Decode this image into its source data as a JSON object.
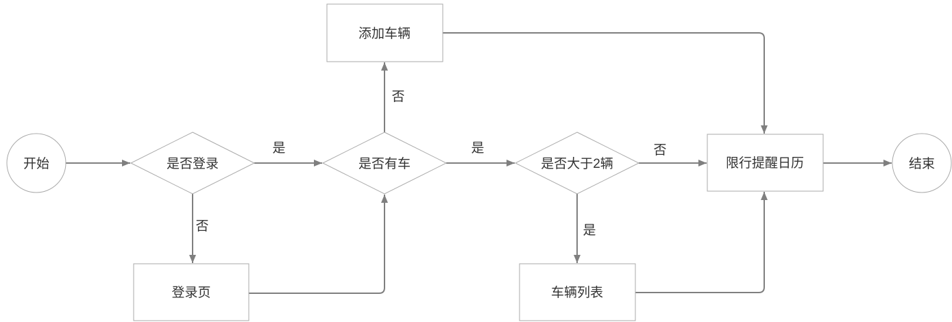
{
  "diagram": {
    "type": "flowchart",
    "language": "zh-CN",
    "colors": {
      "background": "#ffffff",
      "edge": "#7f7f7f",
      "shape_border": "#a9a9a9",
      "text": "#333333"
    },
    "nodes": [
      {
        "id": "start",
        "shape": "circle",
        "label": "开始"
      },
      {
        "id": "is-logged-in",
        "shape": "diamond",
        "label": "是否登录"
      },
      {
        "id": "login-page",
        "shape": "rectangle",
        "label": "登录页"
      },
      {
        "id": "has-vehicle",
        "shape": "diamond",
        "label": "是否有车"
      },
      {
        "id": "add-vehicle",
        "shape": "rectangle",
        "label": "添加车辆"
      },
      {
        "id": "more-than-2-vehicles",
        "shape": "diamond",
        "label": "是否大于2辆"
      },
      {
        "id": "vehicle-list",
        "shape": "rectangle",
        "label": "车辆列表"
      },
      {
        "id": "restriction-reminder-calendar",
        "shape": "rectangle",
        "label": "限行提醒日历"
      },
      {
        "id": "end",
        "shape": "circle",
        "label": "结束"
      }
    ],
    "edges": [
      {
        "from": "start",
        "to": "is-logged-in",
        "label": ""
      },
      {
        "from": "is-logged-in",
        "to": "has-vehicle",
        "label": "是"
      },
      {
        "from": "is-logged-in",
        "to": "login-page",
        "label": "否"
      },
      {
        "from": "login-page",
        "to": "has-vehicle",
        "label": ""
      },
      {
        "from": "has-vehicle",
        "to": "add-vehicle",
        "label": "否"
      },
      {
        "from": "has-vehicle",
        "to": "more-than-2-vehicles",
        "label": "是"
      },
      {
        "from": "add-vehicle",
        "to": "restriction-reminder-calendar",
        "label": ""
      },
      {
        "from": "more-than-2-vehicles",
        "to": "restriction-reminder-calendar",
        "label": "否"
      },
      {
        "from": "more-than-2-vehicles",
        "to": "vehicle-list",
        "label": "是"
      },
      {
        "from": "vehicle-list",
        "to": "restriction-reminder-calendar",
        "label": ""
      },
      {
        "from": "restriction-reminder-calendar",
        "to": "end",
        "label": ""
      }
    ]
  }
}
